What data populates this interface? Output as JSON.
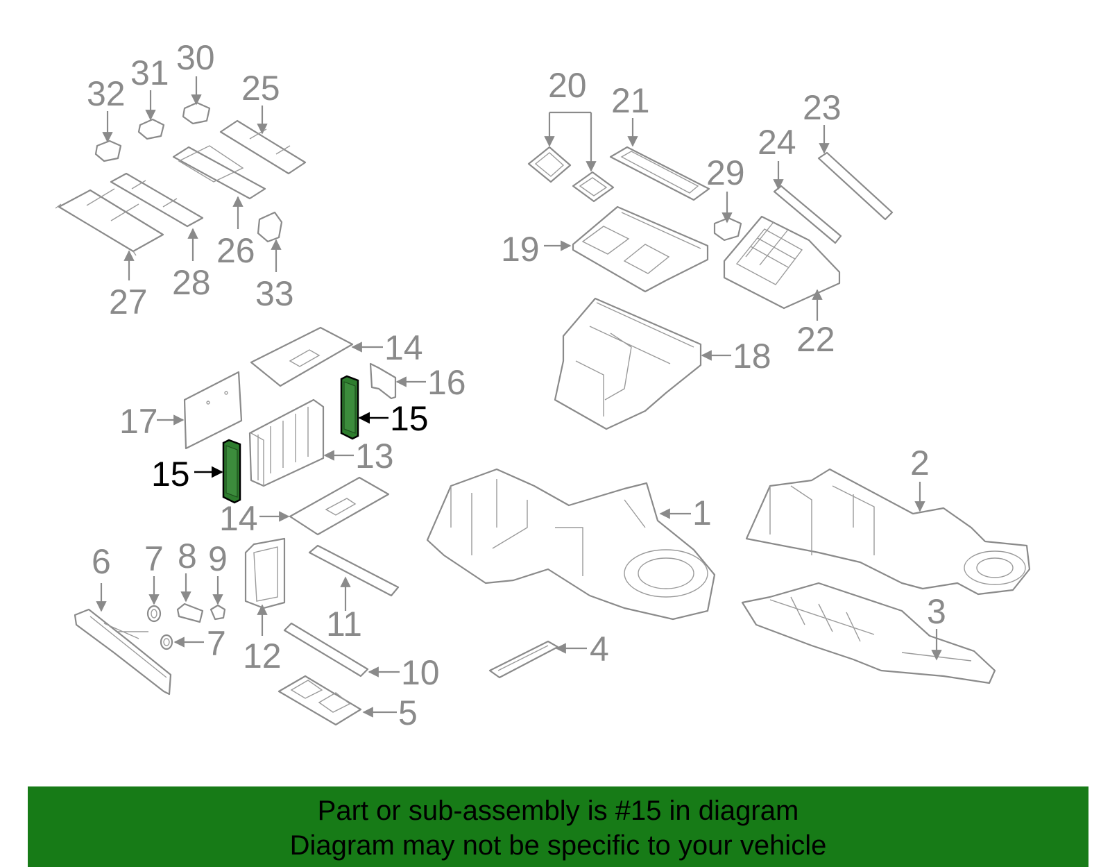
{
  "highlighted_part": "15",
  "colors": {
    "highlight_green": "#177b17",
    "part_filter_green": "#2e7d2e",
    "line_gray": "#8a8a8a"
  },
  "callouts": {
    "c1": "1",
    "c2": "2",
    "c3": "3",
    "c4": "4",
    "c5": "5",
    "c6": "6",
    "c7a": "7",
    "c7b": "7",
    "c8": "8",
    "c9": "9",
    "c10": "10",
    "c11": "11",
    "c12": "12",
    "c13": "13",
    "c14a": "14",
    "c14b": "14",
    "c15a": "15",
    "c15b": "15",
    "c16": "16",
    "c17": "17",
    "c18": "18",
    "c19": "19",
    "c20": "20",
    "c21": "21",
    "c22": "22",
    "c23": "23",
    "c24": "24",
    "c25": "25",
    "c26": "26",
    "c27": "27",
    "c28": "28",
    "c29": "29",
    "c30": "30",
    "c31": "31",
    "c32": "32",
    "c33": "33"
  },
  "banner": {
    "line1": "Part or sub-assembly is #15 in diagram",
    "line2": "Diagram may not be specific to your vehicle"
  }
}
